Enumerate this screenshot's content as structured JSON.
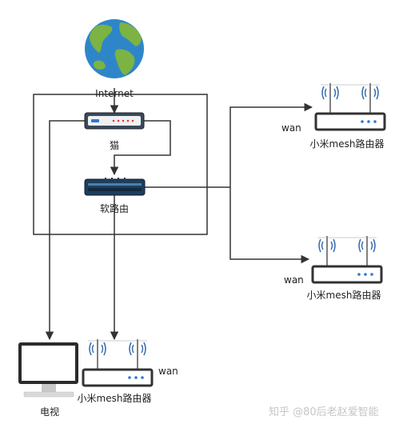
{
  "nodes": {
    "internet": "Internet",
    "modem": "猫",
    "soft_router": "软路由",
    "mesh_top": "小米mesh路由器",
    "mesh_mid": "小米mesh路由器",
    "mesh_bottom": "小米mesh路由器",
    "tv": "电视"
  },
  "port_labels": {
    "wan_top": "wan",
    "wan_mid": "wan",
    "wan_bottom": "wan"
  },
  "watermark": "知乎 @80后老赵爱智能",
  "colors": {
    "line": "#333333",
    "globe_ocean": "#2e86c9",
    "globe_land": "#7cb342",
    "wifi": "#3a6fb0",
    "modem_accent": "#e53935",
    "modem_led": "#2e78d6",
    "router_body": "#1f3d5c"
  }
}
